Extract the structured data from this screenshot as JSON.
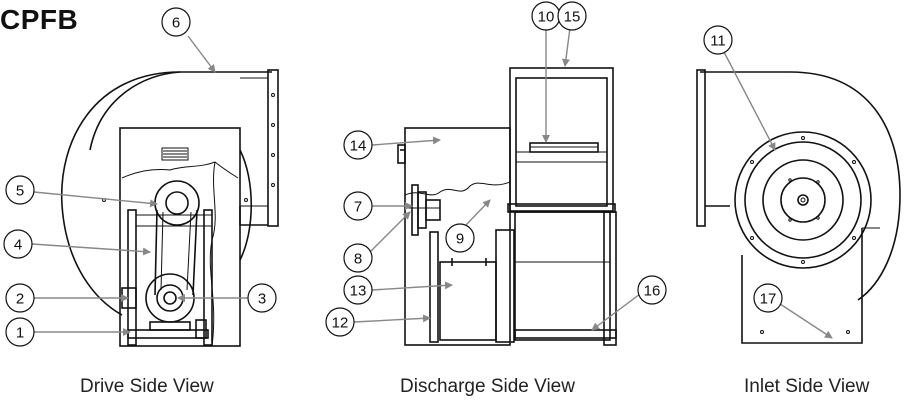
{
  "title": "CPFB",
  "views": {
    "drive": "Drive Side View",
    "discharge": "Discharge Side View",
    "inlet": "Inlet Side View"
  },
  "callouts": {
    "c1": "1",
    "c2": "2",
    "c3": "3",
    "c4": "4",
    "c5": "5",
    "c6": "6",
    "c7": "7",
    "c8": "8",
    "c9": "9",
    "c10": "10",
    "c11": "11",
    "c12": "12",
    "c13": "13",
    "c14": "14",
    "c15": "15",
    "c16": "16",
    "c17": "17"
  }
}
